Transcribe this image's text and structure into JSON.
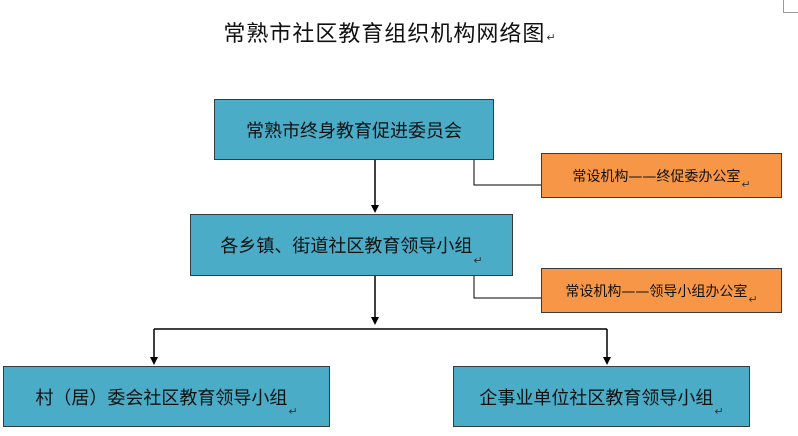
{
  "title": "常熟市社区教育组织机构网络图",
  "nodes": {
    "top": "常熟市终身教育促进委员会",
    "middle": "各乡镇、街道社区教育领导小组",
    "bottom_left": "村（居）委会社区教育领导小组",
    "bottom_right": "企事业单位社区教育领导小组",
    "office_1": "常设机构——终促委办公室",
    "office_2": "常设机构——领导小组办公室"
  },
  "paragraph_mark": "↵",
  "colors": {
    "box_blue": "#4aacc6",
    "box_orange": "#f79646",
    "line": "#000000"
  }
}
